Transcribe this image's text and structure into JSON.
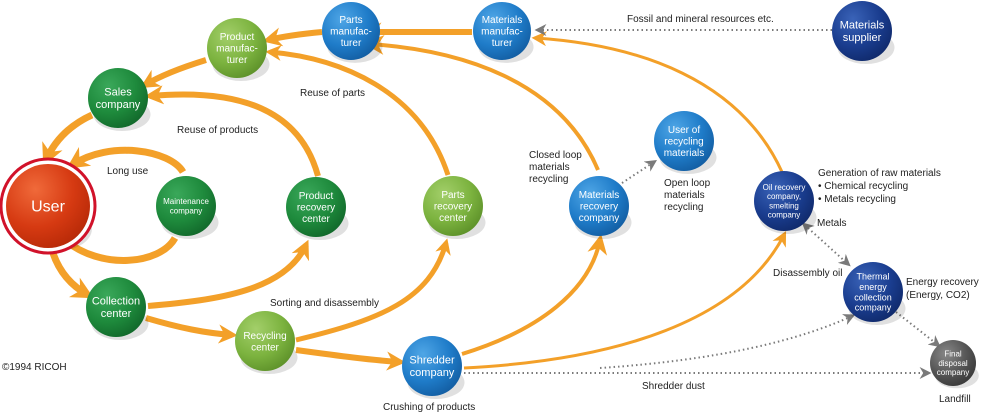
{
  "colors": {
    "arrow": "#f3a029",
    "dotted": "#7a7a7a",
    "red": "#d63a12",
    "red_ring": "#d1122a",
    "dark_green": "#1e8a3c",
    "light_green": "#7cb33f",
    "blue": "#1f7cc9",
    "navy": "#1a3d8f",
    "gray": "#555555",
    "text": "#222222"
  },
  "nodes": [
    {
      "id": "user",
      "lines": [
        "User"
      ],
      "color": "red"
    },
    {
      "id": "sales",
      "lines": [
        "Sales",
        "company"
      ],
      "color": "dark_green"
    },
    {
      "id": "product_mfr",
      "lines": [
        "Product",
        "manufac-",
        "turer"
      ],
      "color": "light_green"
    },
    {
      "id": "parts_mfr",
      "lines": [
        "Parts",
        "manufac-",
        "turer"
      ],
      "color": "blue"
    },
    {
      "id": "materials_mfr",
      "lines": [
        "Materials",
        "manufac-",
        "turer"
      ],
      "color": "blue"
    },
    {
      "id": "materials_supplier",
      "lines": [
        "Materials",
        "supplier"
      ],
      "color": "navy"
    },
    {
      "id": "maintenance",
      "lines": [
        "Maintenance",
        "company"
      ],
      "color": "dark_green"
    },
    {
      "id": "product_recovery",
      "lines": [
        "Product",
        "recovery",
        "center"
      ],
      "color": "dark_green"
    },
    {
      "id": "parts_recovery",
      "lines": [
        "Parts",
        "recovery",
        "center"
      ],
      "color": "light_green"
    },
    {
      "id": "materials_recovery",
      "lines": [
        "Materials",
        "recovery",
        "company"
      ],
      "color": "blue"
    },
    {
      "id": "user_recycling",
      "lines": [
        "User of",
        "recycling",
        "materials"
      ],
      "color": "blue"
    },
    {
      "id": "oil_recovery",
      "lines": [
        "Oil recovery",
        "company,",
        "smelting",
        "company"
      ],
      "color": "navy"
    },
    {
      "id": "thermal",
      "lines": [
        "Thermal",
        "energy",
        "collection",
        "company"
      ],
      "color": "navy"
    },
    {
      "id": "final_disposal",
      "lines": [
        "Final",
        "disposal",
        "company"
      ],
      "color": "gray"
    },
    {
      "id": "collection",
      "lines": [
        "Collection",
        "center"
      ],
      "color": "dark_green"
    },
    {
      "id": "recycling",
      "lines": [
        "Recycling",
        "center"
      ],
      "color": "light_green"
    },
    {
      "id": "shredder",
      "lines": [
        "Shredder",
        "company"
      ],
      "color": "blue"
    }
  ],
  "labels": {
    "fossil": "Fossil and mineral resources etc.",
    "reuse_parts": "Reuse of parts",
    "reuse_products": "Reuse of products",
    "long_use": "Long use",
    "closed_loop": [
      "Closed loop",
      "materials",
      "recycling"
    ],
    "open_loop": [
      "Open loop",
      "materials",
      "recycling"
    ],
    "generation": [
      "Generation of raw materials",
      "• Chemical recycling",
      "• Metals recycling"
    ],
    "metals": "Metals",
    "disassembly_oil": "Disassembly oil",
    "energy_recovery": [
      "Energy recovery",
      "(Energy, CO2)"
    ],
    "sorting": "Sorting and disassembly",
    "crushing": "Crushing of products",
    "shredder_dust": "Shredder dust",
    "landfill": "Landfill",
    "copyright": "©1994 RICOH"
  }
}
